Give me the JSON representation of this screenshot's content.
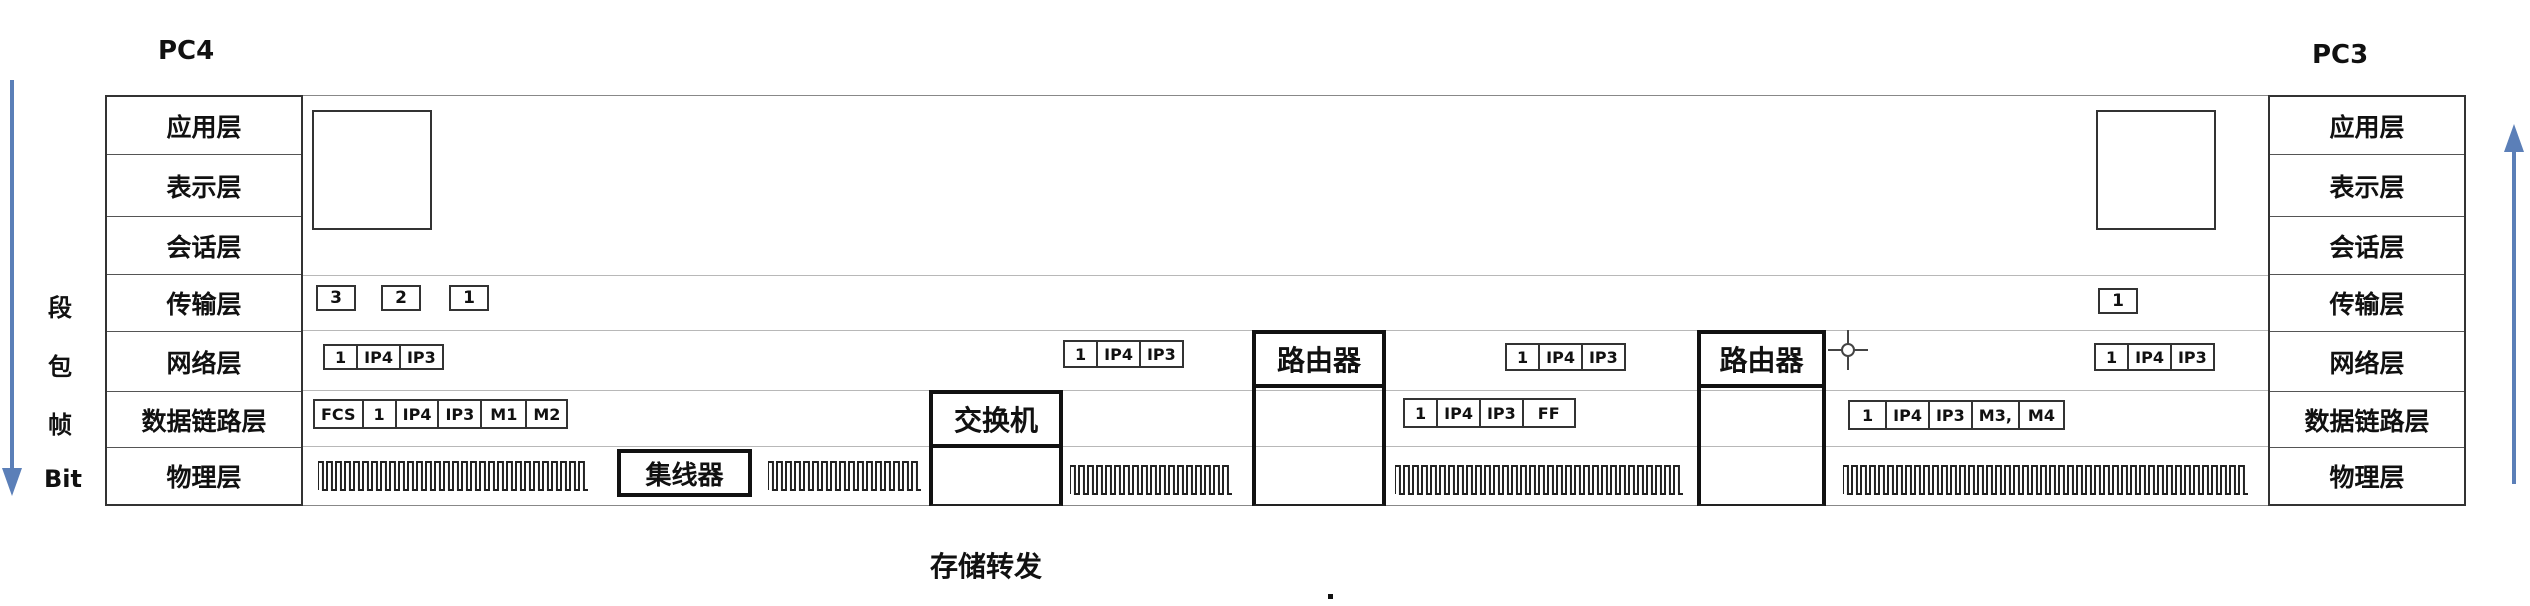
{
  "pc_left": {
    "name": "PC4",
    "layers": [
      "应用层",
      "表示层",
      "会话层",
      "传输层",
      "网络层",
      "数据链路层",
      "物理层"
    ]
  },
  "pc_right": {
    "name": "PC3",
    "layers": [
      "应用层",
      "表示层",
      "会话层",
      "传输层",
      "网络层",
      "数据链路层",
      "物理层"
    ]
  },
  "pdu_labels": [
    "段",
    "包",
    "帧",
    "Bit"
  ],
  "left_segments": [
    "3",
    "2",
    "1"
  ],
  "right_segment": "1",
  "left_network_packet": [
    "1",
    "IP4",
    "IP3"
  ],
  "left_frame": [
    "FCS",
    "1",
    "IP4",
    "IP3",
    "M1",
    "M2"
  ],
  "switch_out_packet": [
    "1",
    "IP4",
    "IP3"
  ],
  "mid_network_packet": [
    "1",
    "IP4",
    "IP3"
  ],
  "mid_frame": [
    "1",
    "IP4",
    "IP3",
    "FF"
  ],
  "right_network_packet": [
    "1",
    "IP4",
    "IP3"
  ],
  "right_frame": [
    "1",
    "IP4",
    "IP3",
    "M3,",
    "M4"
  ],
  "devices": {
    "hub": "集线器",
    "switch": "交换机",
    "router1": "路由器",
    "router2": "路由器"
  },
  "store_forward": "存储转发",
  "colors": {
    "arrow": "#5b7fb8",
    "line": "#b8b8b8"
  }
}
